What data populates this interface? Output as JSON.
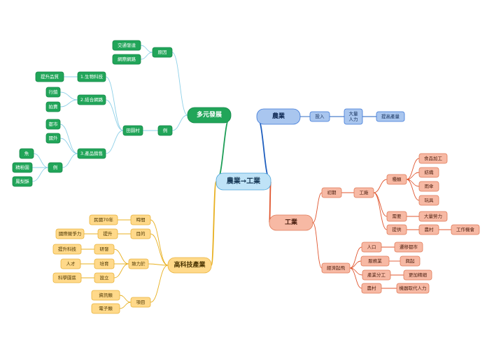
{
  "colors": {
    "root": {
      "fill": "#bfe3f7",
      "stroke": "#4aa3d8",
      "line": "#4aa3d8",
      "text": "#1a3c5a"
    },
    "agri": {
      "fill": "#a9c6ef",
      "stroke": "#3c78d8",
      "line": "#1f5fbf",
      "text": "#102a55"
    },
    "ind": {
      "fill": "#f7b9a4",
      "stroke": "#e07a58",
      "line": "#e0552e",
      "text": "#4a1d0e"
    },
    "hi": {
      "fill": "#ffd98a",
      "stroke": "#e8b33c",
      "line": "#e8b020",
      "text": "#4a3400"
    },
    "div": {
      "fill": "#21a559",
      "stroke": "#15874a",
      "line": "#1e9e57",
      "text": "#ffffff"
    },
    "divLine": "#8ed0e8"
  },
  "mindmap": {
    "root": "農業→工業",
    "agriculture": {
      "label": "農業",
      "input": "投入",
      "labor": "大量\n人力",
      "result": "提高產量"
    },
    "industry": {
      "label": "工業",
      "early": {
        "label": "初期",
        "factory": "工廠",
        "types": {
          "label": "種類",
          "items": [
            "食品加工",
            "紡織",
            "雨傘",
            "玩具"
          ]
        },
        "need": {
          "label": "需要",
          "value": "大量勞力"
        },
        "provide": {
          "label": "提供",
          "place": "農村",
          "value": "工作機會"
        }
      },
      "economy": {
        "label": "經濟起飛",
        "rows": [
          {
            "label": "人口",
            "value": "遷移都市"
          },
          {
            "label": "服務業",
            "value": "興起"
          },
          {
            "label": "產業分工",
            "value": "更加精細"
          },
          {
            "label": "農村",
            "value": "機器取代人力"
          }
        ]
      }
    },
    "hightech": {
      "label": "高科技產業",
      "time": {
        "label": "時間",
        "value": "民國70年"
      },
      "purpose": {
        "label": "目的",
        "verb": "提升",
        "value": "國際競爭力"
      },
      "efforts": {
        "label": "致力於",
        "items": [
          {
            "verb": "研發",
            "value": "提升科技"
          },
          {
            "verb": "培育",
            "value": "人才"
          },
          {
            "verb": "設立",
            "value": "科學園區"
          }
        ]
      },
      "projects": {
        "label": "項目",
        "items": [
          "資訊類",
          "電子類"
        ]
      }
    },
    "diversify": {
      "label": "多元發展",
      "reason": {
        "label": "原因",
        "items": [
          "交通發達",
          "網際網路"
        ]
      },
      "example": "例",
      "villages": {
        "label": "田園村",
        "tech": {
          "label": "1.生物科技",
          "value": "提升品質"
        },
        "combine": {
          "label": "2.結合網路",
          "items": [
            "行銷",
            "拍賣"
          ]
        },
        "products": {
          "label": "3.產品銷售",
          "items": [
            "都市",
            "國外"
          ],
          "example": {
            "label": "例",
            "items": [
              "魚",
              "精粉園",
              "鳳梨酥"
            ]
          }
        }
      }
    }
  }
}
